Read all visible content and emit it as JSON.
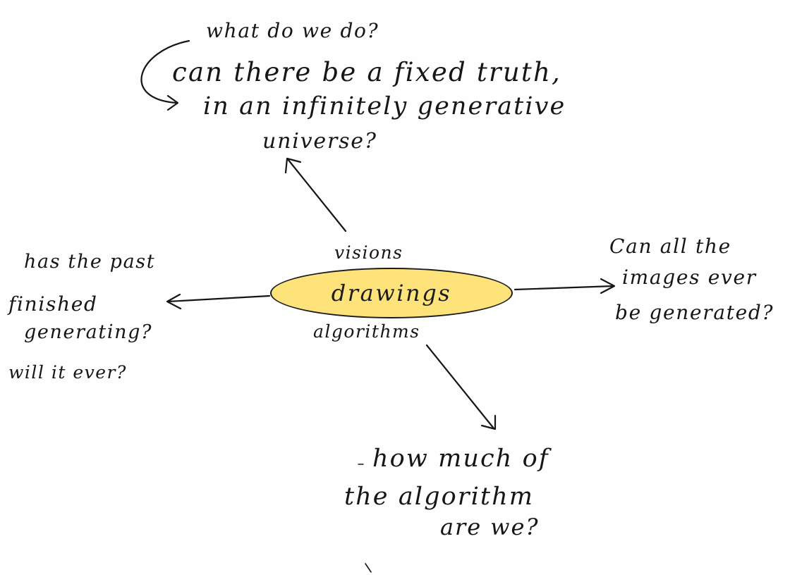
{
  "center": {
    "label": "drawings",
    "above_label": "visions",
    "below_label": "algorithms",
    "fill_color": "#fde37a"
  },
  "branches": {
    "top": {
      "line1": "what do we do?",
      "line2": "can there be a fixed truth,",
      "line3": "in an infinitely generative",
      "line4": "universe?"
    },
    "right": {
      "line1": "Can all the",
      "line2": "images ever",
      "line3": "be generated?"
    },
    "left": {
      "line1": "has the past",
      "line2": "finished",
      "line3": "generating?",
      "line4": "will it ever?"
    },
    "bottom": {
      "line1": "how much of",
      "line2": "the algorithm",
      "line3": "are we?"
    }
  },
  "ink_color": "#161616"
}
